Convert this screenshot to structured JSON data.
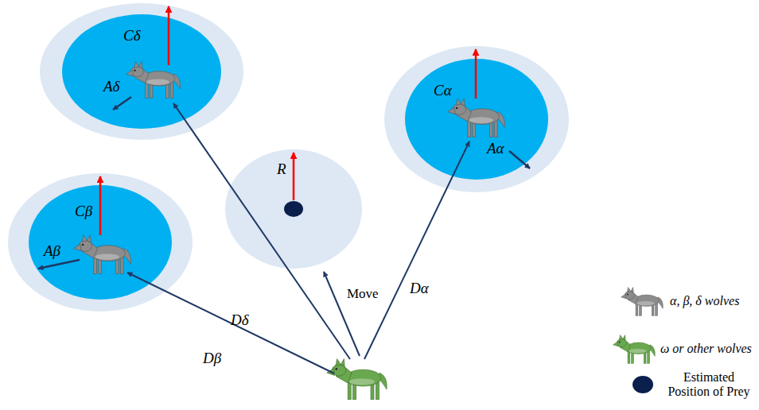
{
  "diagram": {
    "nodes": [
      {
        "text": [
          "Cδ",
          "Aδ"
        ]
      },
      {
        "text": [
          "Cα",
          "Aα"
        ]
      },
      {
        "text": [
          "R"
        ]
      },
      {
        "text": [
          "Cβ",
          "Aβ"
        ]
      }
    ],
    "labels": [
      "Dδ",
      "Move",
      "Dα",
      "Dβ"
    ],
    "legend": [
      {
        "text": "α, β, δ wolves"
      },
      {
        "text": "ω or other wolves"
      },
      {
        "text": "Estimated Position of Prey"
      }
    ]
  }
}
